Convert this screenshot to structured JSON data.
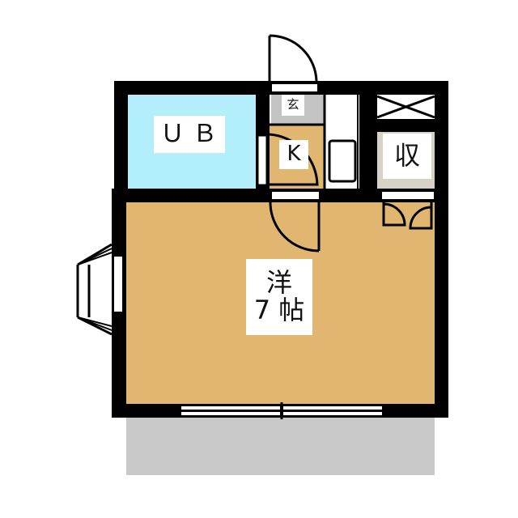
{
  "floor_plan": {
    "rooms": [
      {
        "id": "unit-bath",
        "label": "ＵＢ",
        "color": "#b3eefb"
      },
      {
        "id": "genkan",
        "label": "玄",
        "color": "#c3c3c3"
      },
      {
        "id": "kitchen",
        "label": "K",
        "color": "#e1b670"
      },
      {
        "id": "storage",
        "label": "収",
        "color": "#d6d3c6"
      },
      {
        "id": "western-room",
        "label_line1": "洋",
        "label_line2": "7 帖",
        "color": "#e1b670"
      }
    ],
    "balcony": {
      "color": "#c8c8c8"
    },
    "wall_color": "#000000"
  }
}
